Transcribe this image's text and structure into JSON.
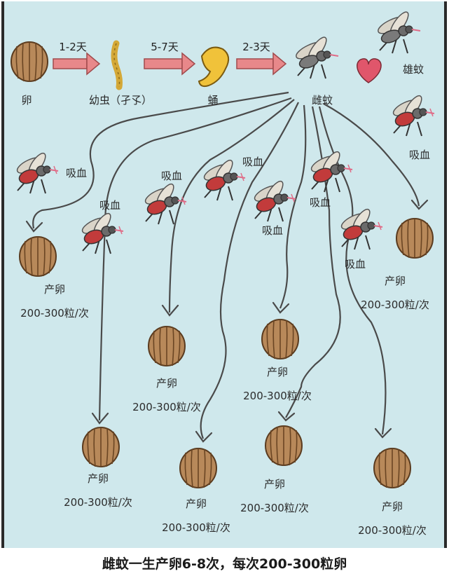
{
  "stages": {
    "egg": "卵",
    "larva": "幼虫（孑孓）",
    "pupa": "蛹",
    "female": "雌蚊",
    "male": "雄蚊",
    "step1": "1-2天",
    "step2": "5-7天",
    "step3": "2-3天"
  },
  "blood_label": "吸血",
  "lay_label": "产卵",
  "count_label": "200-300粒/次",
  "caption": "雌蚊一生产卵6-8次，每次200-300粒卵",
  "colors": {
    "background": "#cfe8ec",
    "arrow": "#e8888a",
    "egg": "#b8895a",
    "mosquito_body": "#c23b3b",
    "heart": "#e0566b"
  }
}
